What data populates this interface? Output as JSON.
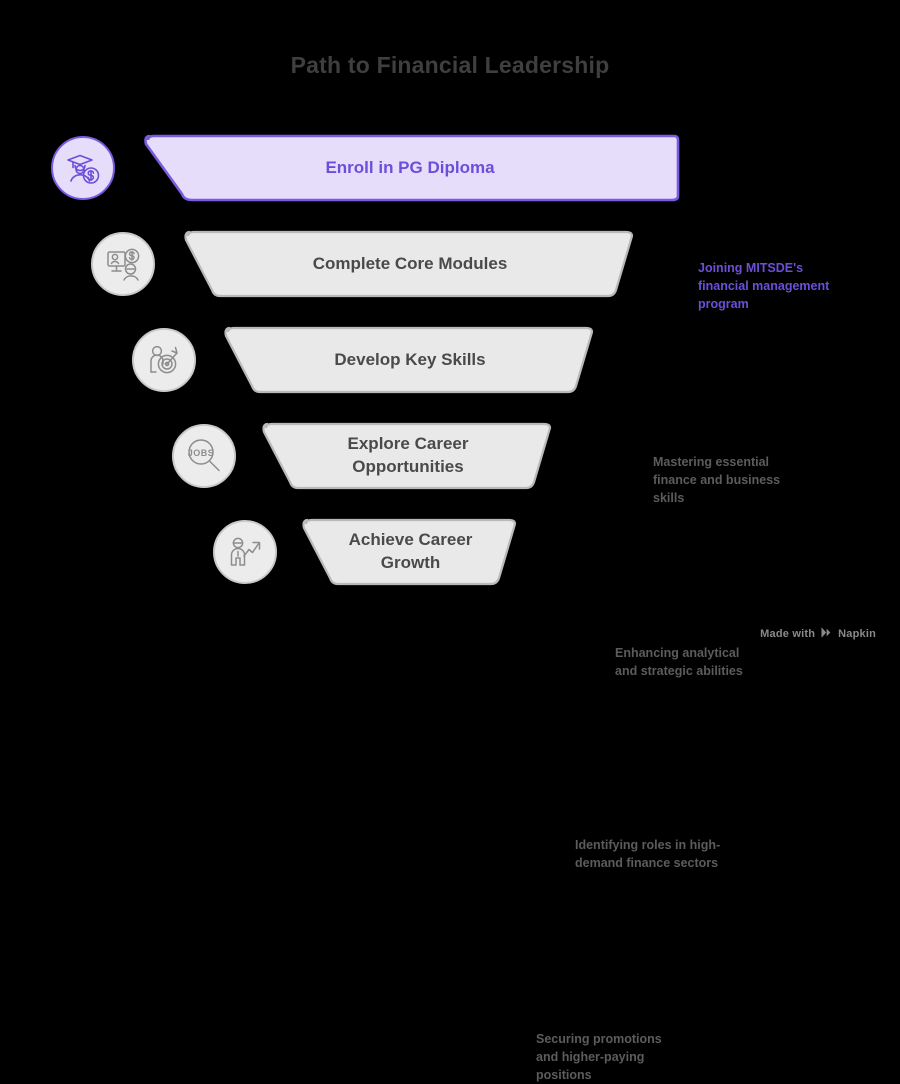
{
  "page": {
    "title": "Path to Financial Leadership",
    "background_color": "#000000",
    "title_color": "#3f3f3f",
    "accent_color": "#6b4fd8",
    "accent_fill": "#e6ddfb",
    "stage_fill": "#e9e9e9",
    "stage_border": "#b9b9b9"
  },
  "funnel": {
    "type": "funnel",
    "stages": [
      {
        "label": "Enroll in PG Diploma",
        "annotation": "Joining MITSDE's\nfinancial management\nprogram",
        "icon": "graduate-dollar-icon",
        "highlighted": true
      },
      {
        "label": "Complete Core Modules",
        "annotation": "Mastering essential\nfinance and business\nskills",
        "icon": "monitor-people-dollar-icon",
        "highlighted": false
      },
      {
        "label": "Develop Key Skills",
        "annotation": "Enhancing analytical\nand strategic abilities",
        "icon": "person-target-icon",
        "highlighted": false
      },
      {
        "label": "Explore Career\nOpportunities",
        "annotation": "Identifying roles in high-\ndemand finance sectors",
        "icon": "jobs-magnifier-icon",
        "highlighted": false
      },
      {
        "label": "Achieve Career\nGrowth",
        "annotation": "Securing promotions\nand higher-paying\npositions",
        "icon": "person-growth-arrow-icon",
        "highlighted": false
      }
    ]
  },
  "watermark": {
    "text": "Made with",
    "brand": "Napkin",
    "logo": "napkin-logo-icon"
  }
}
